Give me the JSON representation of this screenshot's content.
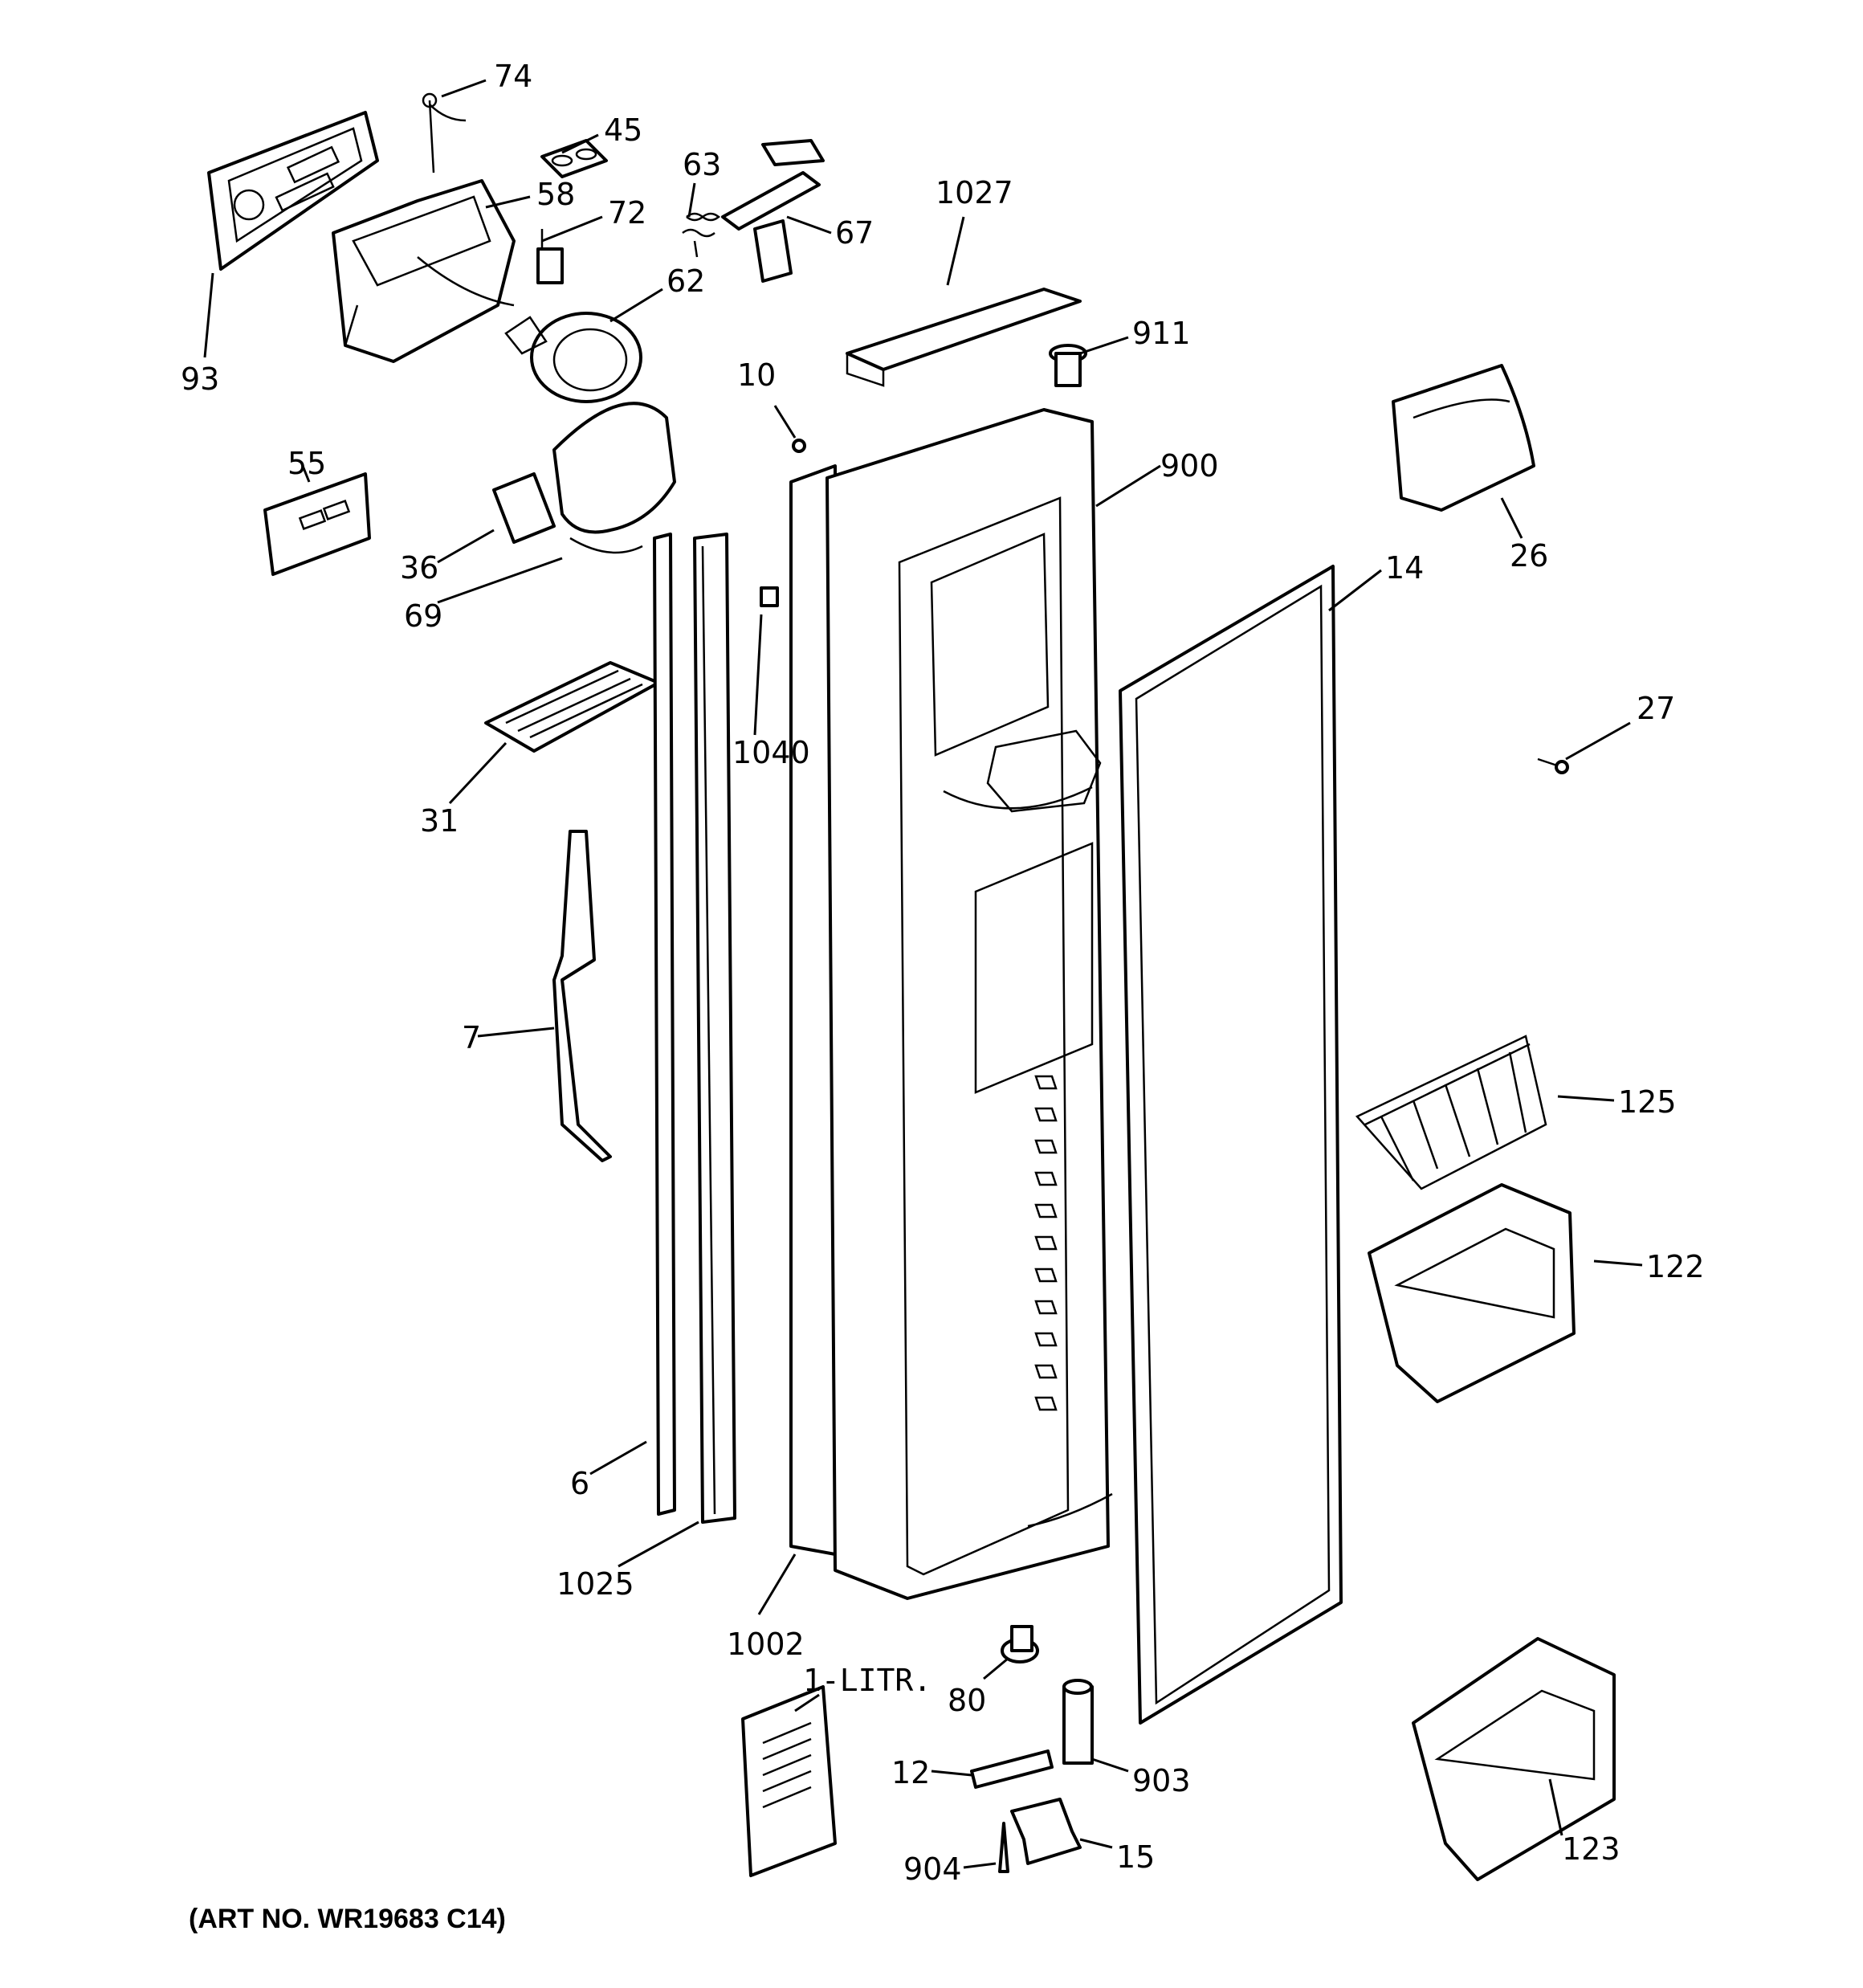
{
  "diagram": {
    "art_number": "(ART NO. WR19683 C14)",
    "callouts": {
      "c74": "74",
      "c45": "45",
      "c63": "63",
      "c58": "58",
      "c72": "72",
      "c67": "67",
      "c1027": "1027",
      "c62": "62",
      "c93": "93",
      "c911": "911",
      "c10": "10",
      "c900": "900",
      "c55": "55",
      "c26": "26",
      "c36": "36",
      "c14": "14",
      "c69": "69",
      "c27": "27",
      "c1040": "1040",
      "c31": "31",
      "c7": "7",
      "c125": "125",
      "c122": "122",
      "c6": "6",
      "c1025": "1025",
      "c1002": "1002",
      "c1litr": "1-LITR.",
      "c80": "80",
      "c903": "903",
      "c12": "12",
      "c15": "15",
      "c904": "904",
      "c123": "123"
    }
  }
}
